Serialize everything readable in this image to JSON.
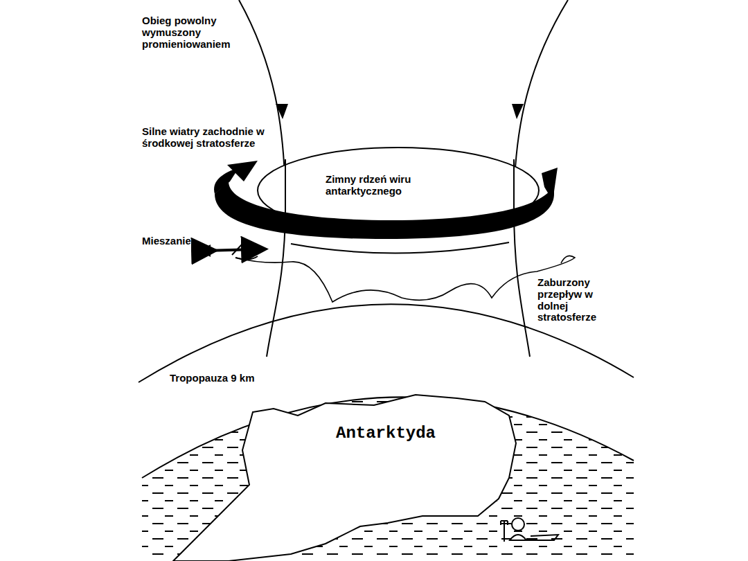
{
  "diagram": {
    "nodes": [
      {
        "text": [
          "Zimny rdzeń wiru antarktycznego"
        ]
      },
      {
        "text": [
          "Antarktyda"
        ]
      }
    ],
    "labels": [
      "Obieg powolny wymuszony promieniowaniem",
      "Silne wiatry zachodnie w środkowej stratosferze",
      "Mieszanie",
      "Zaburzony przepływ w dolnej stratosferze",
      "Tropopauza 9 km"
    ]
  }
}
